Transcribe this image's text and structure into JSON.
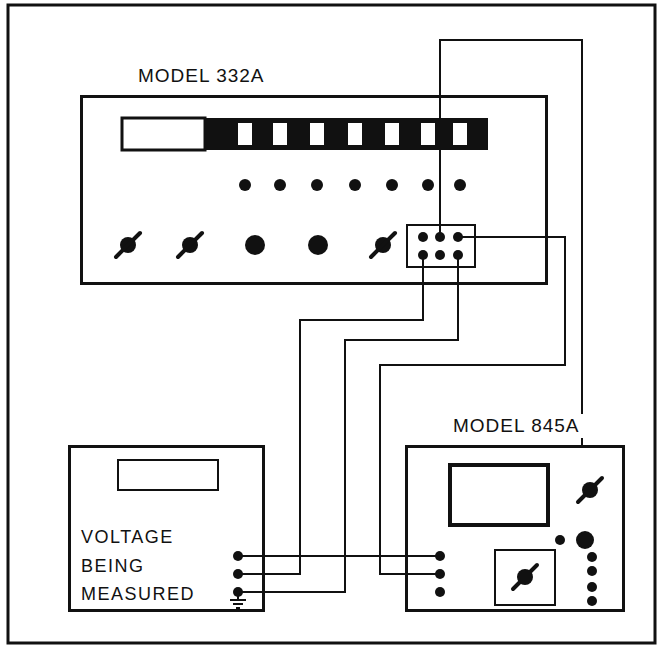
{
  "diagram": {
    "nodes": [
      {
        "text": [
          "MODEL 332A"
        ]
      },
      {
        "text": [
          "VOLTAGE BEING MEASURED"
        ]
      },
      {
        "text": [
          "MODEL 845A"
        ]
      }
    ],
    "edges": [
      {
        "from": 0,
        "to": 2,
        "arrow": "none"
      },
      {
        "from": 0,
        "to": 2,
        "arrow": "none"
      },
      {
        "from": 0,
        "to": 1,
        "arrow": "none"
      },
      {
        "from": 0,
        "to": 1,
        "arrow": "none"
      },
      {
        "from": 1,
        "to": 2,
        "arrow": "none"
      }
    ]
  }
}
